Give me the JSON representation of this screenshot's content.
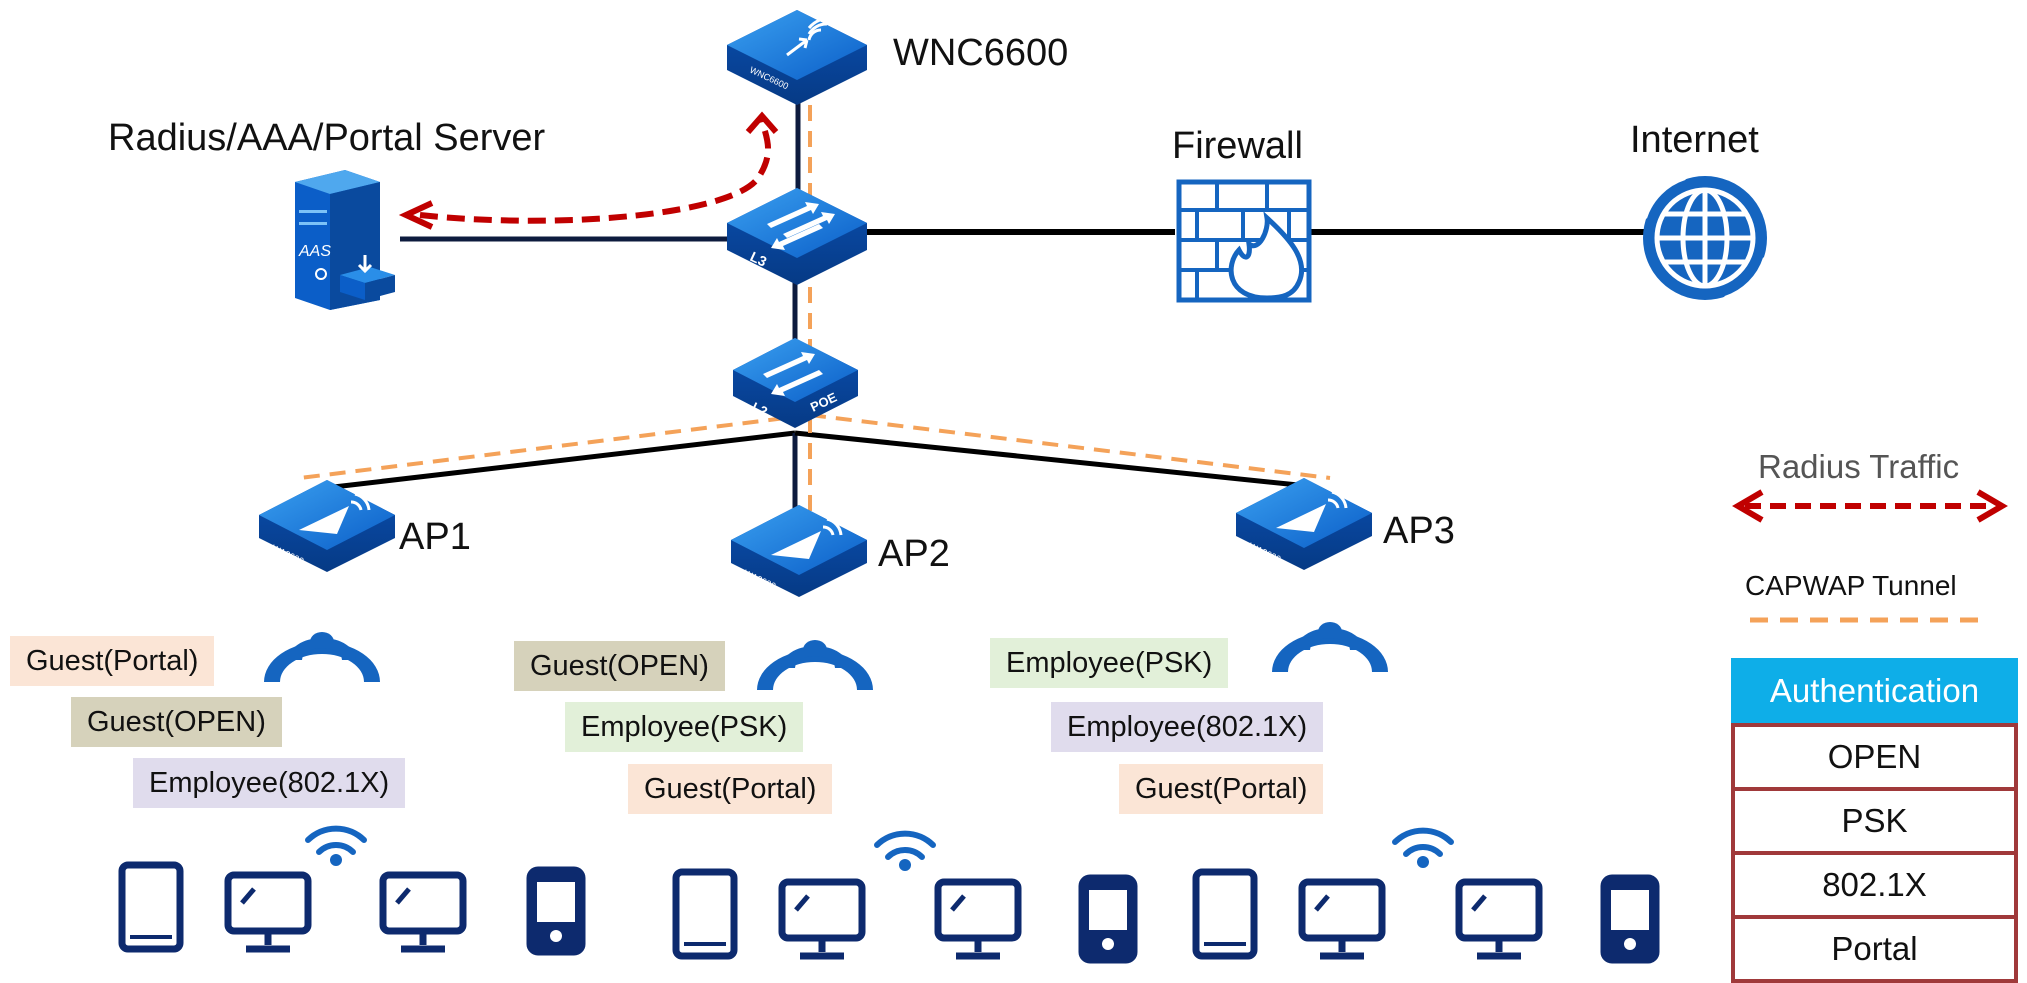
{
  "labels": {
    "controller": "WNC6600",
    "server": "Radius/AAA/Portal Server",
    "firewall": "Firewall",
    "internet": "Internet",
    "ap1": "AP1",
    "ap2": "AP2",
    "ap3": "AP3"
  },
  "device_marks": {
    "controller": "WNC6600",
    "server": "AAS",
    "l3_switch": "L3",
    "l2_switch_left": "L2",
    "l2_switch_right": "POE",
    "ap_model": "WA2600"
  },
  "ssid_groups": {
    "ap1": [
      "Guest(Portal)",
      "Guest(OPEN)",
      "Employee(802.1X)"
    ],
    "ap2": [
      "Guest(OPEN)",
      "Employee(PSK)",
      "Guest(Portal)"
    ],
    "ap3": [
      "Employee(PSK)",
      "Employee(802.1X)",
      "Guest(Portal)"
    ]
  },
  "legend": {
    "radius": "Radius Traffic",
    "capwap": "CAPWAP Tunnel"
  },
  "auth_table": {
    "header": "Authentication",
    "rows": [
      "OPEN",
      "PSK",
      "802.1X",
      "Portal"
    ]
  },
  "colors": {
    "device_blue": "#1565c0",
    "link_dark": "#0d1b3e",
    "radius_red": "#c00000",
    "capwap_orange": "#f4a259",
    "table_header": "#0eaee8",
    "table_border": "#a0393a"
  }
}
